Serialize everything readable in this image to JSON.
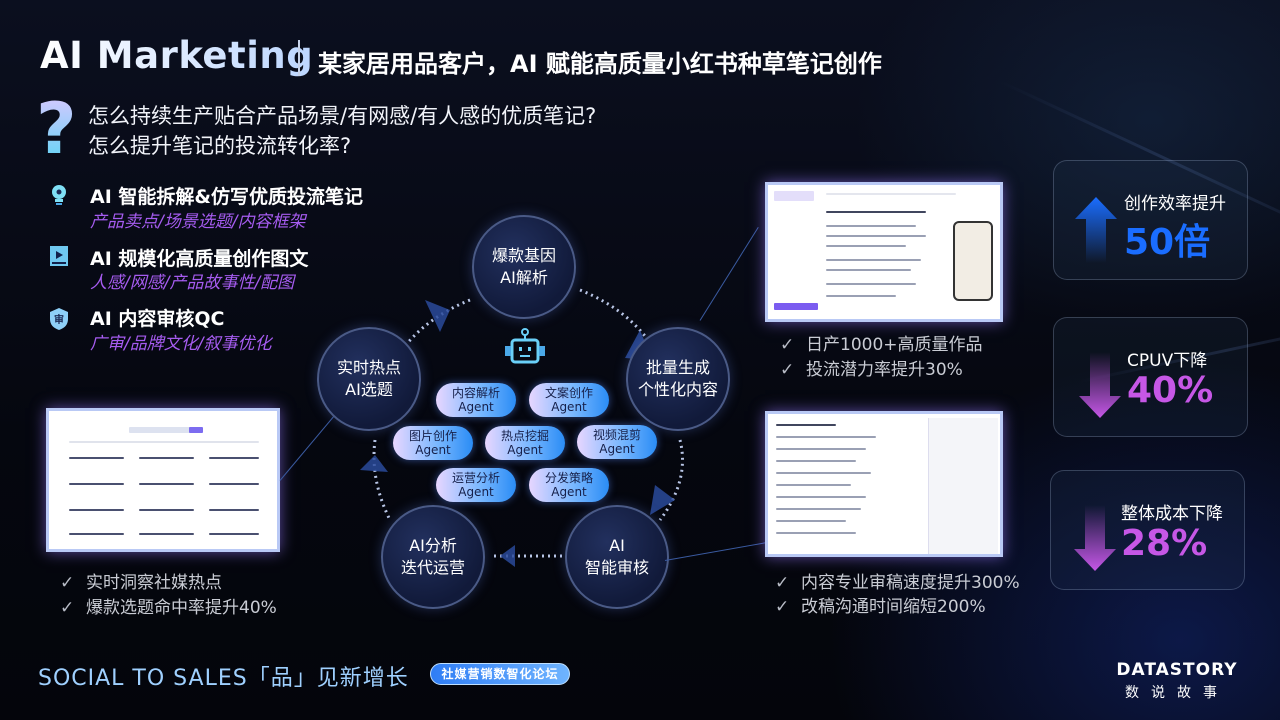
{
  "header": {
    "title": "AI Marketing",
    "subtitle": "某家居用品客户，AI 赋能高质量小红书种草笔记创作"
  },
  "questions": [
    "怎么持续生产贴合产品场景/有网感/有人感的优质笔记?",
    "怎么提升笔记的投流转化率?"
  ],
  "features": [
    {
      "icon": "lightbulb-icon",
      "title": "AI 智能拆解&仿写优质投流笔记",
      "sub": "产品卖点/场景选题/内容框架"
    },
    {
      "icon": "video-icon",
      "title": "AI 规模化高质量创作图文",
      "sub": "人感/网感/产品故事性/配图"
    },
    {
      "icon": "shield-icon",
      "title": "AI 内容审核QC",
      "sub": "广审/品牌文化/叙事优化"
    }
  ],
  "cycle": [
    {
      "l1": "爆款基因",
      "l2": "AI解析"
    },
    {
      "l1": "批量生成",
      "l2": "个性化内容"
    },
    {
      "l1": "AI",
      "l2": "智能审核"
    },
    {
      "l1": "AI分析",
      "l2": "迭代运营"
    },
    {
      "l1": "实时热点",
      "l2": "AI选题"
    }
  ],
  "agents": [
    {
      "name": "内容解析",
      "suffix": "Agent"
    },
    {
      "name": "文案创作",
      "suffix": "Agent"
    },
    {
      "name": "图片创作",
      "suffix": "Agent"
    },
    {
      "name": "热点挖掘",
      "suffix": "Agent"
    },
    {
      "name": "视频混剪",
      "suffix": "Agent"
    },
    {
      "name": "运营分析",
      "suffix": "Agent"
    },
    {
      "name": "分发策略",
      "suffix": "Agent"
    }
  ],
  "checks": {
    "left": [
      "实时洞察社媒热点",
      "爆款选题命中率提升40%"
    ],
    "right_top": [
      "日产1000+高质量作品",
      "投流潜力率提升30%"
    ],
    "right_bottom": [
      "内容专业审稿速度提升300%",
      "改稿沟通时间缩短200%"
    ]
  },
  "check_mark": "✓",
  "stats": [
    {
      "label": "创作效率提升",
      "value": "50倍",
      "direction": "up",
      "color": "#1a6dff"
    },
    {
      "label": "CPUV下降",
      "value": "40%",
      "direction": "down",
      "color": "#c657e6"
    },
    {
      "label": "整体成本下降",
      "value": "28%",
      "direction": "down",
      "color": "#c657e6"
    }
  ],
  "footer": {
    "event": "SOCIAL TO SALES「品」见新增长",
    "badge": "社媒营销数智化论坛",
    "logo_en": "DATASTORY",
    "logo_cn": "数说故事"
  }
}
